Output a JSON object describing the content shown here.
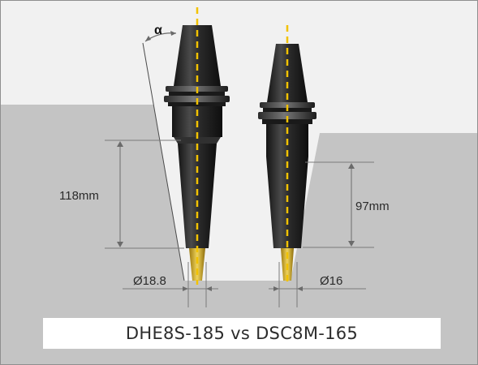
{
  "title": "DHE8S-185 vs DSC8M-165",
  "angle_symbol": "α",
  "left_holder": {
    "length": "118mm",
    "diameter": "Ø18.8"
  },
  "right_holder": {
    "length": "97mm",
    "diameter": "Ø16"
  },
  "colors": {
    "workpiece": "#c4c4c4",
    "background": "#f1f1f1",
    "holder_body": "#262626",
    "centerline": "#f2c200",
    "tool_tip": "#d4a92a"
  }
}
